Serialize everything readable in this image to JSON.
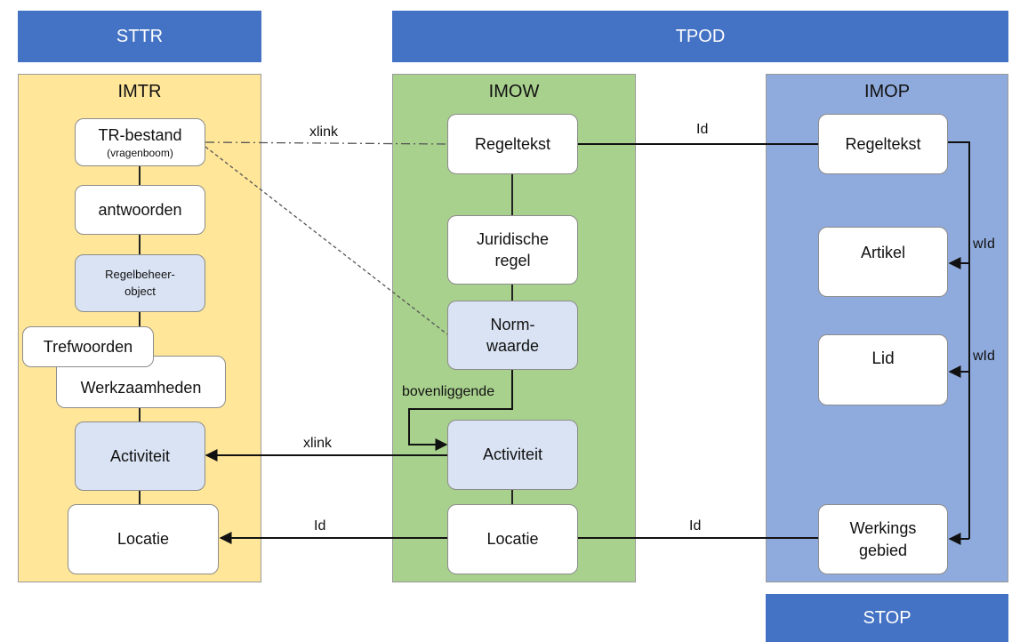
{
  "banners": {
    "sttr": "STTR",
    "tpod": "TPOD",
    "stop": "STOP"
  },
  "panels": {
    "imtr": "IMTR",
    "imow": "IMOW",
    "imop": "IMOP"
  },
  "imtr": {
    "tr_bestand": "TR-bestand",
    "tr_bestand_sub": "(vragenboom)",
    "antwoorden": "antwoorden",
    "regelbeheer_line1": "Regelbeheer-",
    "regelbeheer_line2": "object",
    "trefwoorden": "Trefwoorden",
    "werkzaamheden": "Werkzaamheden",
    "activiteit": "Activiteit",
    "locatie": "Locatie"
  },
  "imow": {
    "regeltekst": "Regeltekst",
    "juridische_line1": "Juridische",
    "juridische_line2": "regel",
    "norm_line1": "Norm-",
    "norm_line2": "waarde",
    "activiteit": "Activiteit",
    "locatie": "Locatie"
  },
  "imop": {
    "regeltekst": "Regeltekst",
    "artikel": "Artikel",
    "lid": "Lid",
    "werkings_line1": "Werkings",
    "werkings_line2": "gebied"
  },
  "edge_labels": {
    "xlink_top": "xlink",
    "id_top": "Id",
    "wid_1": "wId",
    "wid_2": "wId",
    "bovenliggende": "bovenliggende",
    "xlink_mid": "xlink",
    "id_bottom_left": "Id",
    "id_bottom_right": "Id"
  },
  "colors": {
    "banner": "#4472c4",
    "imtr_panel": "#ffe699",
    "imow_panel": "#a9d18e",
    "imop_panel": "#8faadc",
    "highlight_box": "#dae3f3"
  }
}
